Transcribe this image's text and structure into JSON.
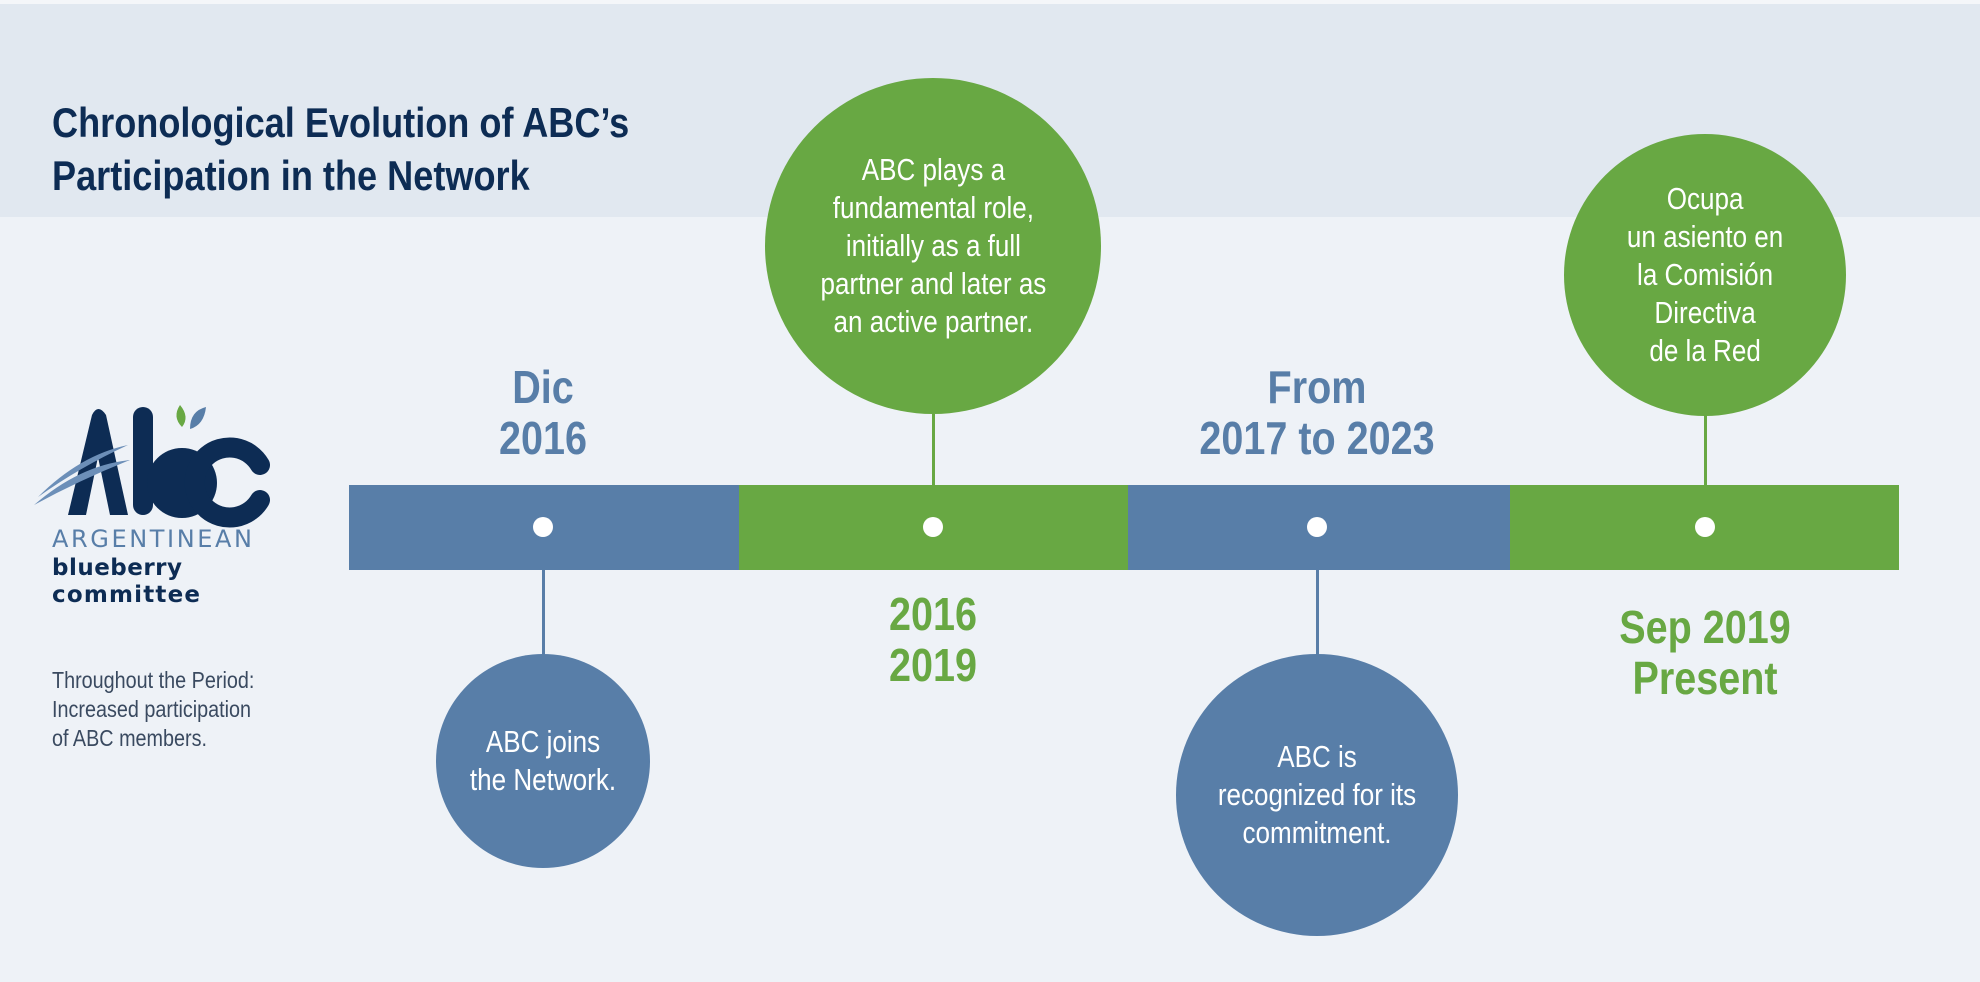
{
  "header": {
    "title_line1": "Chronological Evolution of ABC’s",
    "title_line2": "Participation in the Network"
  },
  "logo": {
    "mark": "ABC",
    "line1": "ARGENTINEAN",
    "line2": "blueberry",
    "line3": "committee"
  },
  "sidebar_note": "Throughout the Period:\nIncreased participation\nof ABC members.",
  "colors": {
    "blue": "#587ea8",
    "green": "#68a843",
    "navy": "#0d2c54"
  },
  "timeline": [
    {
      "period": "Dic\n2016",
      "description": "ABC joins\nthe Network."
    },
    {
      "period": "2016\n2019",
      "description": "ABC plays a\nfundamental role,\ninitially as a full\npartner and later as\nan active partner."
    },
    {
      "period": "From\n2017 to 2023",
      "description": "ABC is\nrecognized for its\ncommitment."
    },
    {
      "period": "Sep 2019\nPresent",
      "description": "Ocupa\nun asiento en\nla Comisión\nDirectiva\nde la Red"
    }
  ]
}
